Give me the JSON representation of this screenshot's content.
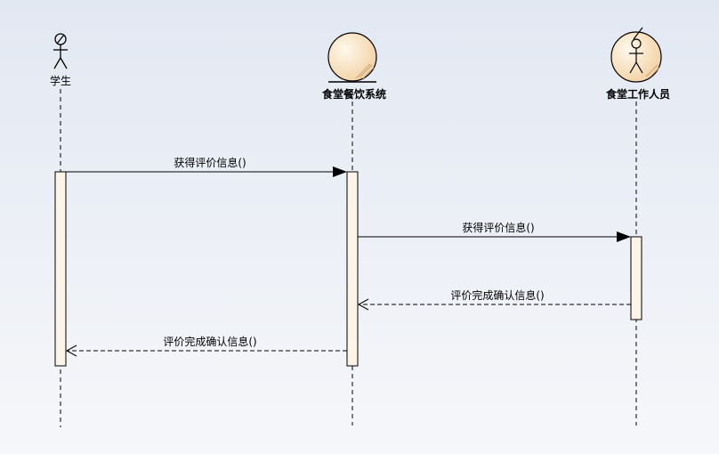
{
  "participants": [
    {
      "id": "student",
      "label": "学生",
      "kind": "actor"
    },
    {
      "id": "system",
      "label": "食堂餐饮系统",
      "kind": "entity"
    },
    {
      "id": "staff",
      "label": "食堂工作人员",
      "kind": "worker"
    }
  ],
  "messages": [
    {
      "from": "student",
      "to": "system",
      "label": "获得评价信息()",
      "style": "sync"
    },
    {
      "from": "system",
      "to": "staff",
      "label": "获得评价信息()",
      "style": "sync"
    },
    {
      "from": "staff",
      "to": "system",
      "label": "评价完成确认信息()",
      "style": "return"
    },
    {
      "from": "system",
      "to": "student",
      "label": "评价完成确认信息()",
      "style": "return"
    }
  ],
  "colors": {
    "activation_fill": "#fcf4e6",
    "participant_fill": "#f7dfbc",
    "line": "#000000"
  }
}
